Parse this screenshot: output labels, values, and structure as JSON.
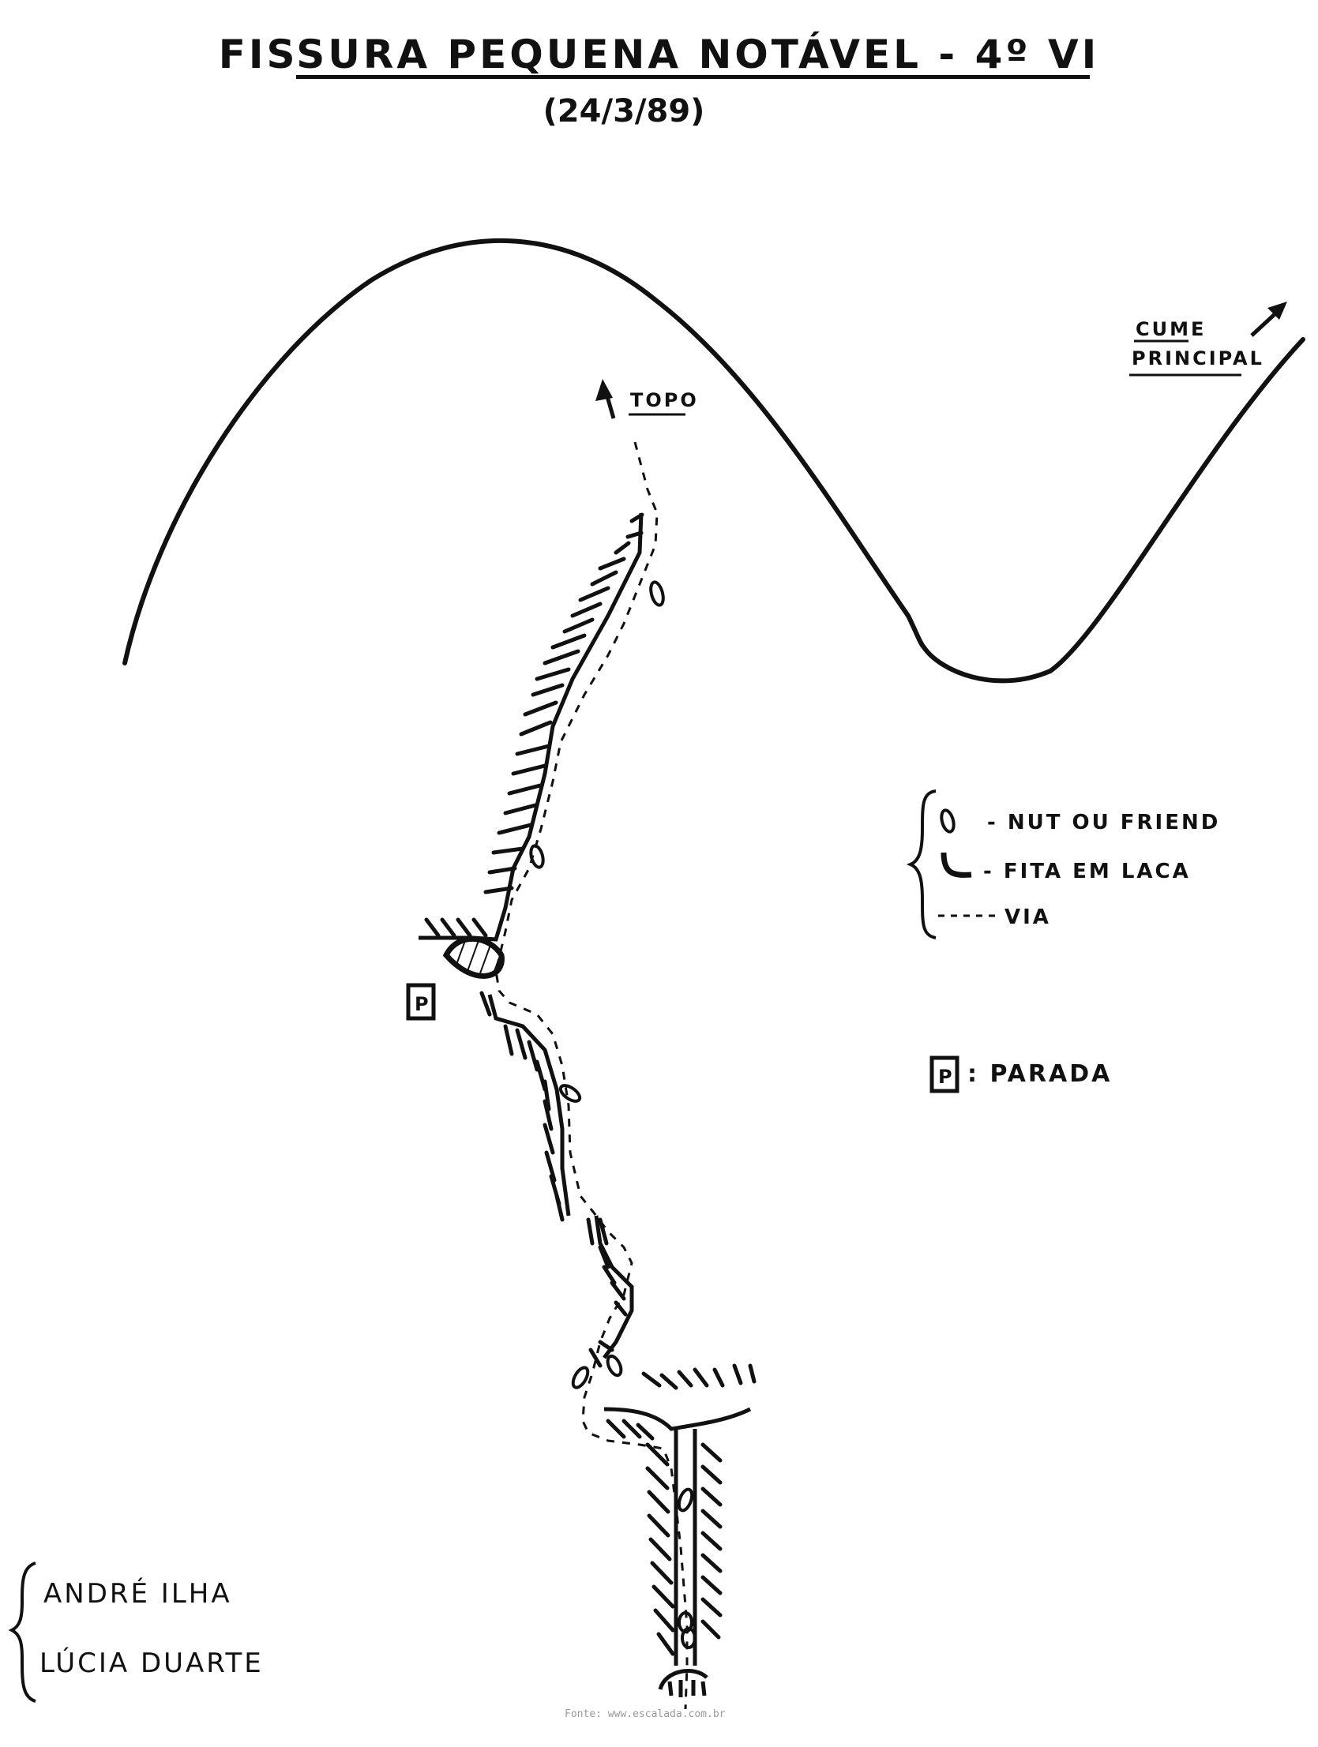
{
  "title": "FISSURA PEQUENA NOTÁVEL - 4º VI",
  "date": "(24/3/89)",
  "labels": {
    "top": "TOPO",
    "summit_line1": "CUME",
    "summit_line2": "PRINCIPAL"
  },
  "legend": {
    "nut": "- NUT OU FRIEND",
    "sling": "- FITA EM LACA",
    "route": "VIA",
    "belay_symbol": "P",
    "belay": ": PARADA"
  },
  "belay_marker": "P",
  "authors": [
    "ANDRÉ ILHA",
    "LÚCIA DUARTE"
  ],
  "source": "Fonte: www.escalada.com.br",
  "colors": {
    "ink": "#111111",
    "paper": "#ffffff",
    "watermark": "#999999"
  }
}
